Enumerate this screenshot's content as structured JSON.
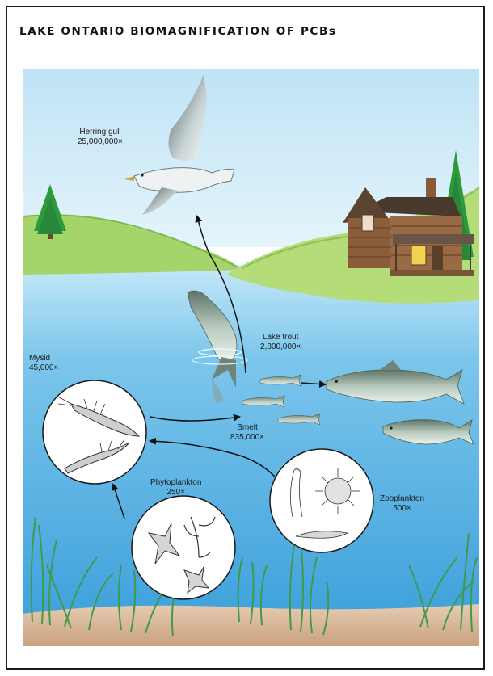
{
  "title": "LAKE ONTARIO BIOMAGNIFICATION OF PCBs",
  "organisms": {
    "herring_gull": {
      "name": "Herring gull",
      "factor": "25,000,000×"
    },
    "lake_trout": {
      "name": "Lake trout",
      "factor": "2,800,000×"
    },
    "mysid": {
      "name": "Mysid",
      "factor": "45,000×"
    },
    "smelt": {
      "name": "Smelt",
      "factor": "835,000×"
    },
    "phytoplankton": {
      "name": "Phytoplankton",
      "factor": "250×"
    },
    "zooplankton": {
      "name": "Zooplankton",
      "factor": "500×"
    }
  },
  "colors": {
    "sky": "#d2ecf8",
    "water_surface": "#a8d8f2",
    "water_deep": "#3fa6dd",
    "grass": "#a9d86a",
    "tree": "#2f9a3c",
    "sediment": "#d9b89a",
    "arrow": "#111111"
  }
}
